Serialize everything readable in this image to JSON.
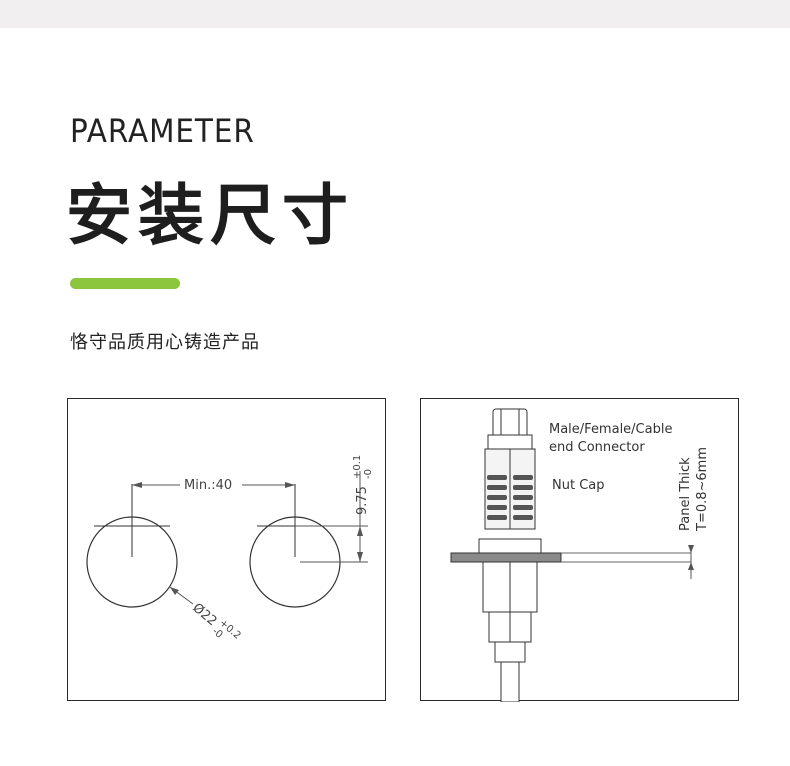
{
  "header": {
    "title_en": "PARAMETER",
    "title_zh": "安装尺寸",
    "tagline": "恪守品质用心铸造产品",
    "accent_color": "#8cc63e"
  },
  "hole_diagram": {
    "spacing_label": "Min.:40",
    "offset_label": "9.75",
    "offset_tol_upper": "+0.1",
    "offset_tol_lower": "-0",
    "diameter_label": "Ø22",
    "diameter_tol_upper": "+0.2",
    "diameter_tol_lower": "-0"
  },
  "connector_diagram": {
    "label_connector_line1": "Male/Female/Cable",
    "label_connector_line2": "end Connector",
    "label_nut": "Nut Cap",
    "label_panel_line1": "Panel Thick",
    "label_panel_line2": "T=0.8~6mm"
  }
}
